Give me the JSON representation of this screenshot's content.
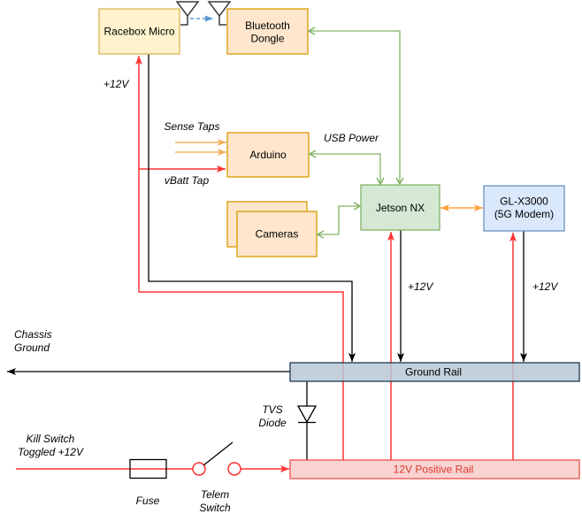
{
  "diagram": {
    "nodes": {
      "racebox": {
        "label": "Racebox Micro"
      },
      "bluetooth": {
        "label_line1": "Bluetooth",
        "label_line2": "Dongle"
      },
      "arduino": {
        "label": "Arduino"
      },
      "cameras": {
        "label": "Cameras"
      },
      "jetson": {
        "label": "Jetson NX"
      },
      "modem": {
        "label_line1": "GL-X3000",
        "label_line2": "(5G Modem)"
      },
      "ground_rail": {
        "label": "Ground Rail"
      },
      "positive_rail": {
        "label": "12V Positive Rail"
      }
    },
    "annotations": {
      "v12_racebox": "+12V",
      "sense_taps": "Sense Taps",
      "vbatt_tap": "vBatt Tap",
      "usb_power": "USB Power",
      "v12_jetson": "+12V",
      "v12_modem": "+12V",
      "chassis_ground_line1": "Chassis",
      "chassis_ground_line2": "Ground",
      "tvs_diode_line1": "TVS",
      "tvs_diode_line2": "Diode",
      "kill_switch_line1": "Kill Switch",
      "kill_switch_line2": "Toggled +12V",
      "fuse": "Fuse",
      "telem_switch_line1": "Telem",
      "telem_switch_line2": "Switch"
    },
    "colors": {
      "racebox_fill": "#fff2cc",
      "racebox_border": "#d6b656",
      "peach_fill": "#ffe6cc",
      "peach_border": "#d79b00",
      "jetson_fill": "#d5e8d4",
      "jetson_border": "#82b366",
      "modem_fill": "#dae8fc",
      "modem_border": "#6c8ebf",
      "ground_rail_fill": "#b9c9d6",
      "ground_rail_border": "#1f3a52",
      "positive_rail_fill": "#f8cecc",
      "positive_rail_border": "#e8544e",
      "positive_rail_text": "#e0382e",
      "wire_red": "#ff3333",
      "wire_black": "#000000",
      "wire_green": "#82b366",
      "wire_orange": "#ffa33f",
      "wire_orange_light": "#f2b05e",
      "wireless_blue": "#5b9bd5"
    }
  }
}
